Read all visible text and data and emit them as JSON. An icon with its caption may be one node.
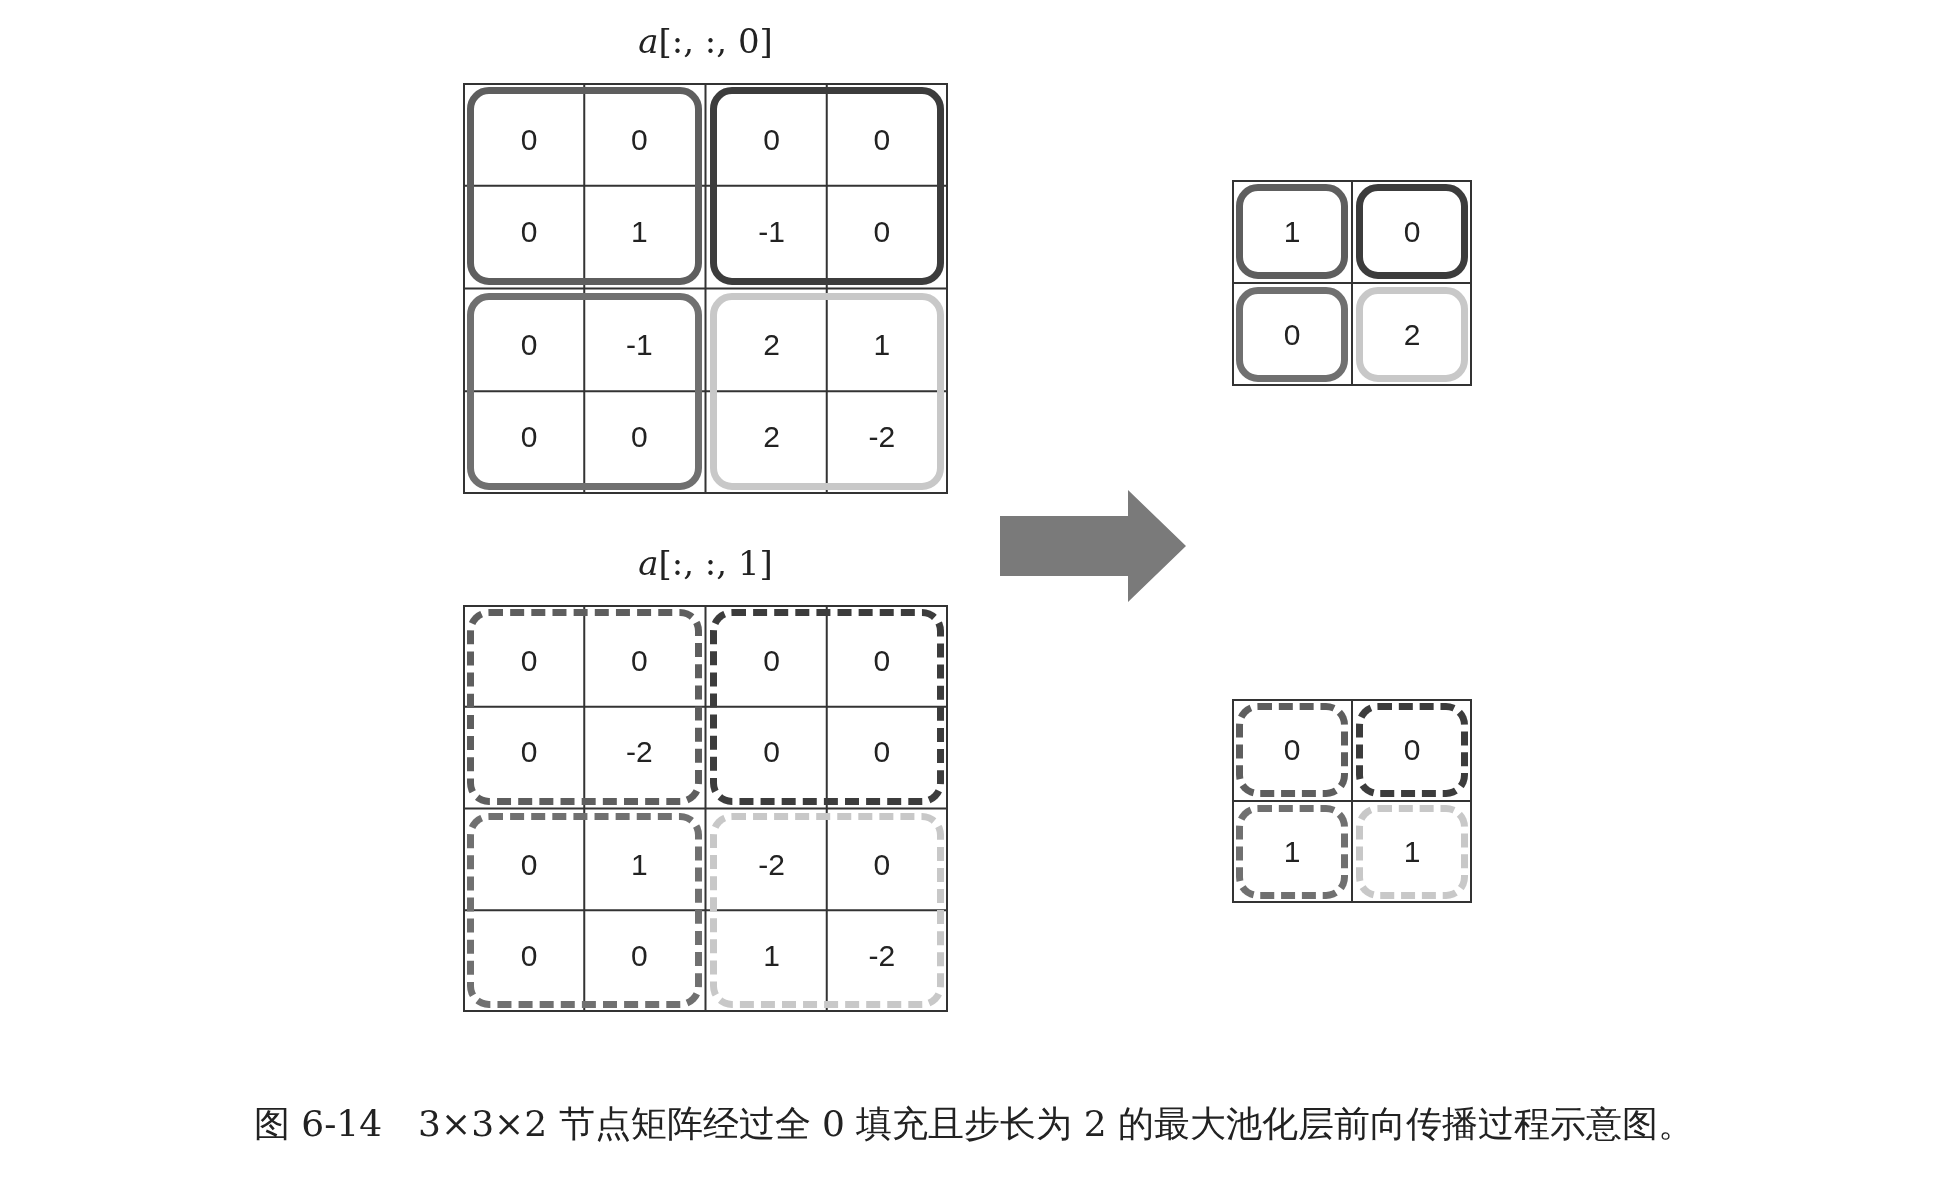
{
  "diagram": {
    "caption": "图 6-14　3×3×2 节点矩阵经过全 0 填充且步长为 2 的最大池化层前向传播过程示意图。",
    "nodes": [
      {
        "text": [
          "*a*[:, :, 0]"
        ]
      },
      {
        "text": [
          "0",
          "0",
          "0",
          "1"
        ],
        "in": 0
      },
      {
        "text": [
          "0",
          "0",
          "-1",
          "0"
        ],
        "in": 0
      },
      {
        "text": [
          "0",
          "-1",
          "0",
          "0"
        ],
        "in": 0
      },
      {
        "text": [
          "2",
          "1",
          "2",
          "-2"
        ],
        "in": 0
      },
      {
        "text": [
          "*a*[:, :, 1]"
        ]
      },
      {
        "text": [
          "0",
          "0",
          "0",
          "-2"
        ],
        "in": 5
      },
      {
        "text": [
          "0",
          "0",
          "0",
          "0"
        ],
        "in": 5
      },
      {
        "text": [
          "0",
          "1",
          "0",
          "0"
        ],
        "in": 5
      },
      {
        "text": [
          "-2",
          "0",
          "1",
          "-2"
        ],
        "in": 5
      },
      {
        "text": [],
        "shape": "box"
      },
      {
        "text": [
          "1"
        ],
        "in": 10
      },
      {
        "text": [
          "0"
        ],
        "in": 10
      },
      {
        "text": [
          "0"
        ],
        "in": 10
      },
      {
        "text": [
          "2"
        ],
        "in": 10
      },
      {
        "text": [],
        "shape": "box"
      },
      {
        "text": [
          "0"
        ],
        "in": 15
      },
      {
        "text": [
          "0"
        ],
        "in": 15
      },
      {
        "text": [
          "1"
        ],
        "in": 15
      },
      {
        "text": [
          "1"
        ],
        "in": 15
      }
    ]
  }
}
